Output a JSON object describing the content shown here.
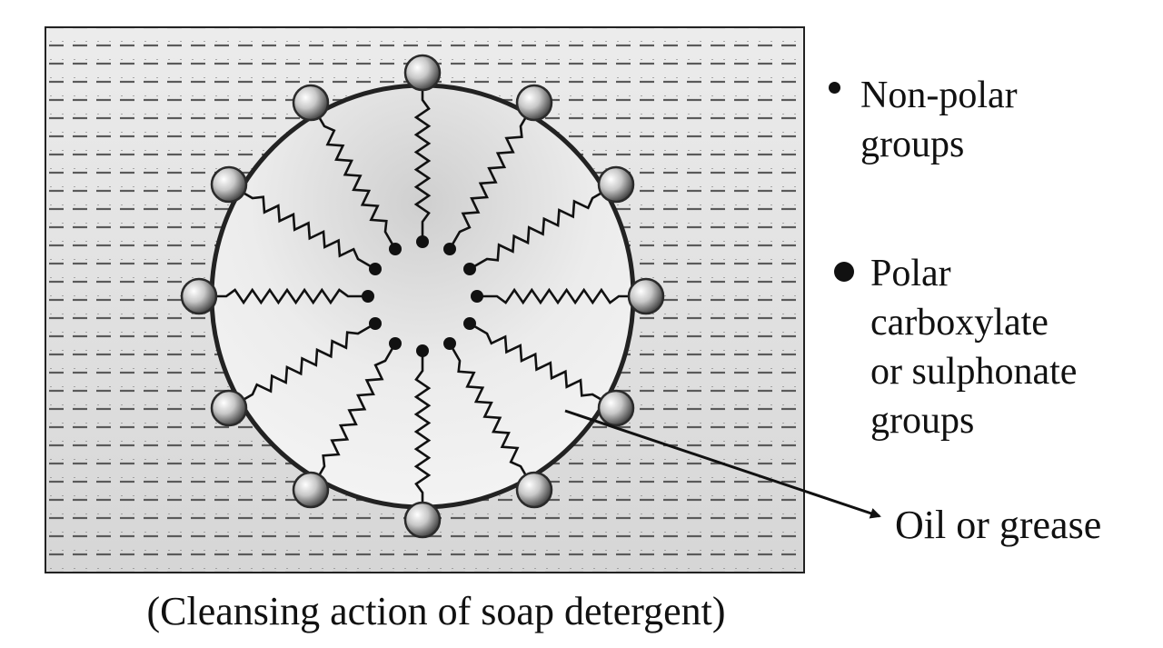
{
  "legend": {
    "nonpolar_label": "Non-polar\ngroups",
    "polar_label": "Polar\ncarboxylate\nor sulphonate\ngroups"
  },
  "oil_label": "Oil or grease",
  "caption": "(Cleansing action of soap detergent)",
  "micelle": {
    "molecule_count": 12
  },
  "colors": {
    "ink": "#111111",
    "water_lines": "#555555",
    "background": "#e4e4e4"
  }
}
